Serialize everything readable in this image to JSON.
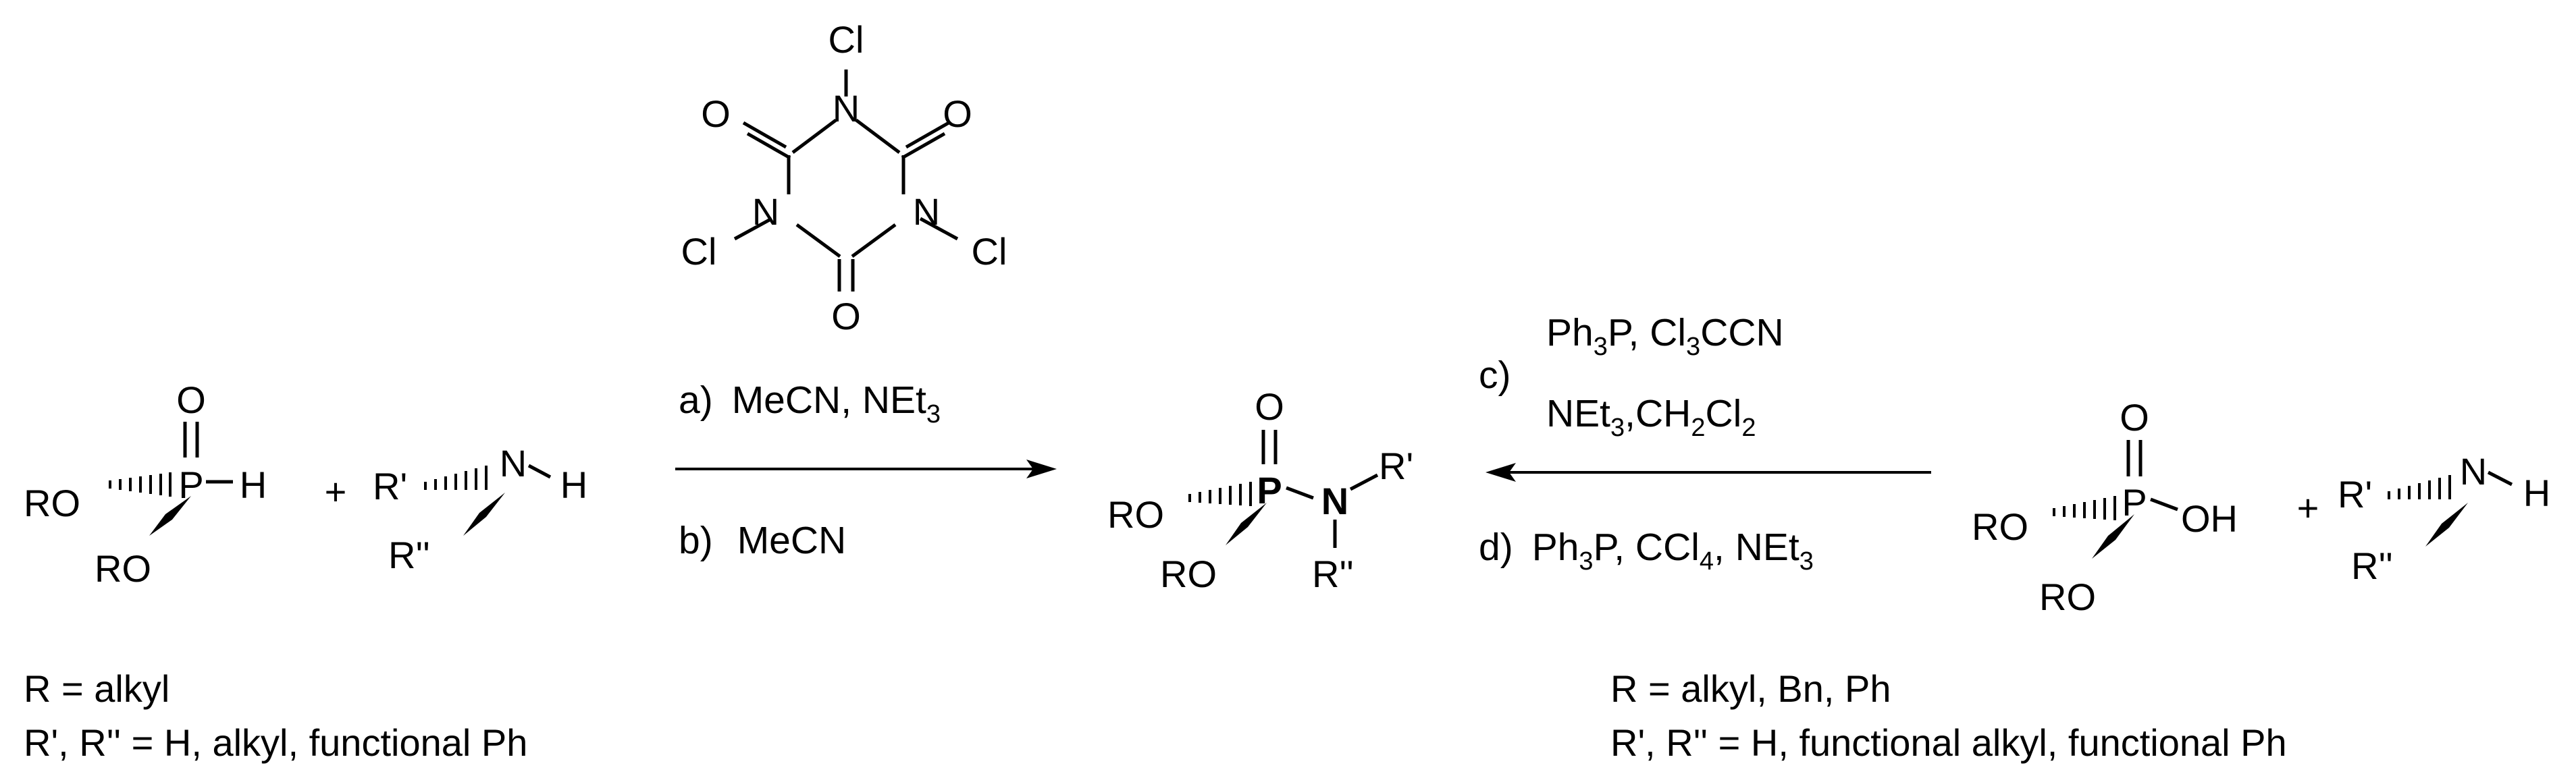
{
  "labels": {
    "tcca": {
      "o_left": "O",
      "n_top": "N",
      "o_right": "O",
      "cl_top": "Cl",
      "cl_left": "Cl",
      "n_left": "N",
      "n_right": "N",
      "cl_right": "Cl",
      "o_bottom": "O"
    },
    "phosphite": {
      "o": "O",
      "p": "P",
      "h": "H",
      "ro_left": "RO",
      "ro_bottom": "RO"
    },
    "plus_left": "+",
    "amine_left": {
      "r1": "R'",
      "n": "N",
      "h": "H",
      "r2": "R''"
    },
    "product": {
      "o": "O",
      "p": "P",
      "n": "N",
      "r1": "R'",
      "ro_left": "RO",
      "ro_bottom": "RO",
      "r2": "R''"
    },
    "phosphate": {
      "o": "O",
      "p": "P",
      "oh": "OH",
      "ro_left": "RO",
      "ro_bottom": "RO"
    },
    "plus_right": "+",
    "amine_right": {
      "r1": "R'",
      "n": "N",
      "h": "H",
      "r2": "R''"
    }
  },
  "conditions": {
    "a": {
      "marker": "a)",
      "text": "MeCN, NEt",
      "sub": "3"
    },
    "b": {
      "marker": "b)",
      "text": "MeCN"
    },
    "c": {
      "marker": "c)",
      "line1": [
        "Ph",
        "3",
        "P, Cl",
        "3",
        "CCN"
      ],
      "line2": [
        "NEt",
        "3",
        ",CH",
        "2",
        "Cl",
        "2"
      ]
    },
    "d": {
      "marker": "d)",
      "parts": [
        "Ph",
        "3",
        "P, CCl",
        "4",
        ", NEt",
        "3"
      ]
    }
  },
  "notes": {
    "left_r": "R = alkyl",
    "left_r2": "R', R'' = H, alkyl, functional Ph",
    "right_r": "R = alkyl, Bn, Ph",
    "right_r2": "R', R'' = H, functional alkyl, functional Ph"
  },
  "colors": {
    "ink": "#000000",
    "background": "#ffffff"
  }
}
